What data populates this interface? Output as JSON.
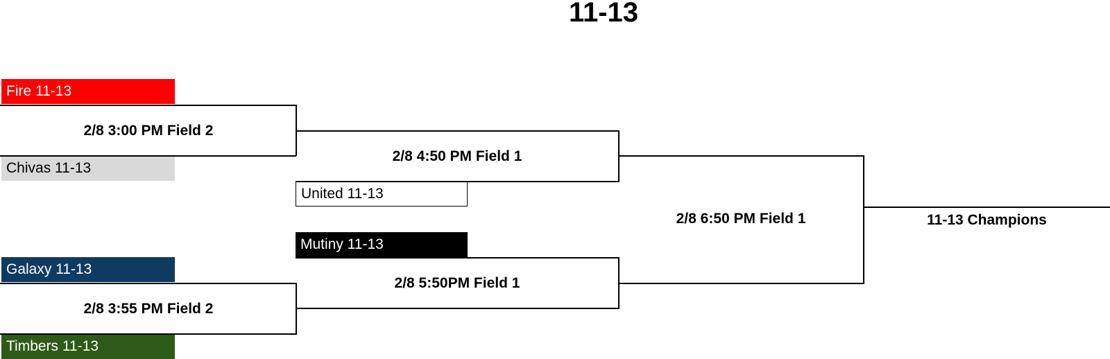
{
  "title": "11-13",
  "teams": [
    {
      "name": "Fire 11-13",
      "bg": "#ff0000",
      "fg": "#ffffff"
    },
    {
      "name": "Chivas 11-13",
      "bg": "#d9d9d9",
      "fg": "#000000"
    },
    {
      "name": "United 11-13",
      "bg": "#ffffff",
      "fg": "#000000"
    },
    {
      "name": "Mutiny 11-13",
      "bg": "#000000",
      "fg": "#ffffff"
    },
    {
      "name": "Galaxy 11-13",
      "bg": "#0f3a62",
      "fg": "#ffffff"
    },
    {
      "name": "Timbers 11-13",
      "bg": "#2d5a16",
      "fg": "#ffffff"
    }
  ],
  "games": [
    {
      "label": "2/8 3:00 PM Field 2"
    },
    {
      "label": "2/8 4:50 PM Field 1"
    },
    {
      "label": "2/8 3:55 PM Field 2"
    },
    {
      "label": "2/8 5:50PM Field 1"
    },
    {
      "label": "2/8 6:50 PM Field 1"
    }
  ],
  "champion_label": "11-13 Champions"
}
